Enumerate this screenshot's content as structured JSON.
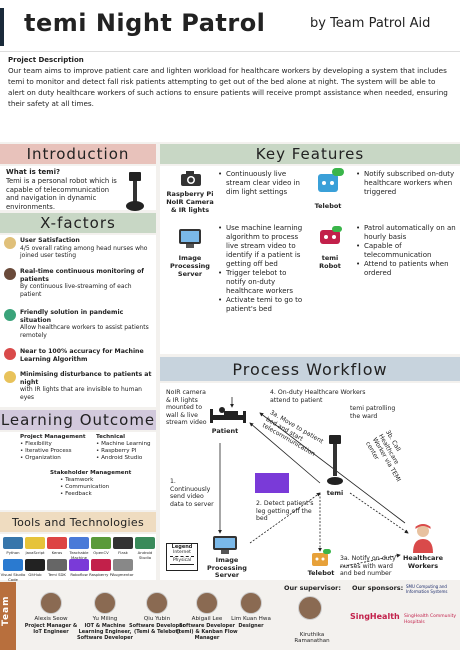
{
  "header": {
    "title": "temi Night Patrol",
    "byline": "by Team Patrol Aid"
  },
  "description": {
    "heading": "Project Description",
    "text": "Our team aims to improve patient care and lighten workload for healthcare workers by developing a system that includes temi to monitor and detect fall risk patients attempting to get out of the bed alone at night. The system will be able to alert on duty healthcare workers of such actions to ensure patients will receive prompt assistance when needed, ensuring their safety at all times."
  },
  "introduction": {
    "heading": "Introduction",
    "question": "What is temi?",
    "text": "Temi is a personal robot which is capable of telecommunication and navigation in dynamic environments."
  },
  "xfactors": {
    "heading": "X-factors",
    "items": [
      {
        "title": "User Satisfaction",
        "text": "4/5 overall rating among head nurses who joined user testing",
        "color": "#e0c07a"
      },
      {
        "title": "Real-time continuous monitoring of patients",
        "text": "By continuous live-streaming of each patient",
        "color": "#6a4a3a"
      },
      {
        "title": "Friendly solution in pandemic situation",
        "text": "Allow healthcare workers to assist patients remotely",
        "color": "#3aa37a"
      },
      {
        "title": "Near to 100% accuracy for Machine Learning Algorithm",
        "text": "",
        "color": "#d94a4a"
      },
      {
        "title": "Minimising disturbance to patients at night",
        "text": "with IR lights that are invisible to human eyes",
        "color": "#e8c25a"
      }
    ]
  },
  "key_features": {
    "heading": "Key Features",
    "camera_label": "Raspberry Pi NoIR Camera & IR lights",
    "camera_bullets": [
      "Continuously live stream clear video in dim light settings"
    ],
    "telebot_label": "Telebot",
    "telebot_bullets": [
      "Notify subscribed on-duty healthcare workers when triggered"
    ],
    "server_label": "Image Processing Server",
    "server_bullets": [
      "Use machine learning algorithm to process live stream video to identify if a patient is getting off bed",
      "Trigger telebot to notify on-duty healthcare workers",
      "Activate temi to go to patient's bed"
    ],
    "temi_label": "temi Robot",
    "temi_bullets": [
      "Patrol automatically on an hourly basis",
      "Capable of telecommunication",
      "Attend to patients when ordered"
    ]
  },
  "process": {
    "heading": "Process Workflow",
    "noir": "NoIR camera & IR lights mounted to wall & live stream video",
    "step1": "1. Continuously send video data to server",
    "step2": "2. Detect patient's leg getting off the bed",
    "step3a_move": "3a. Move to patient bed and start telecommunication",
    "step3a_notify": "3a. Notify on-duty nurses with ward and bed number",
    "step3b": "3b. Call Healthcare Worker via TEMI center",
    "step4": "4. On-duty Healthcare Workers attend to patient",
    "patrolling": "temi patrolling the ward",
    "patient": "Patient",
    "temi": "temi",
    "server": "Image Processing Server",
    "telebot": "Telebot",
    "workers": "Healthcare Workers",
    "legend_title": "Legend",
    "legend_internet": "Internet",
    "legend_physical": "Physical"
  },
  "learning": {
    "heading": "Learning Outcome",
    "pm_head": "Project Management",
    "pm_items": [
      "• Flexibility",
      "• Iterative Process",
      "• Organization"
    ],
    "tech_head": "Technical",
    "tech_items": [
      "• Machine Learning",
      "• Raspberry PI",
      "• Android Studio"
    ],
    "sh_head": "Stakeholder Management",
    "sh_items": [
      "• Teamwork",
      "• Communication",
      "• Feedback"
    ]
  },
  "tools": {
    "heading": "Tools and Technologies",
    "items": [
      {
        "label": "Python",
        "color": "#3776ab"
      },
      {
        "label": "JavaScript",
        "color": "#e6c33a"
      },
      {
        "label": "Keras",
        "color": "#d44"
      },
      {
        "label": "Teachable Machine",
        "color": "#4a7ad8"
      },
      {
        "label": "OpenCV",
        "color": "#5a9a3a"
      },
      {
        "label": "Flask",
        "color": "#333"
      },
      {
        "label": "Android Studio",
        "color": "#3a8a5a"
      },
      {
        "label": "Visual Studio Code",
        "color": "#2a7ad0"
      },
      {
        "label": "GitHub",
        "color": "#222"
      },
      {
        "label": "Temi SDK",
        "color": "#666"
      },
      {
        "label": "Roboflow",
        "color": "#7a3ad8"
      },
      {
        "label": "Raspberry Pi",
        "color": "#c2204a"
      },
      {
        "label": "Augmentor",
        "color": "#888"
      }
    ]
  },
  "team": {
    "label": "Team",
    "members": [
      {
        "name": "Alexis Seow",
        "role": "Project Manager & IoT Engineer"
      },
      {
        "name": "Yu Miling",
        "role": "IOT & Machine Learning Engineer, Software Developer"
      },
      {
        "name": "Qiu Yubin",
        "role": "Software Developer (Temi & Telebot)"
      },
      {
        "name": "Abigail Lee",
        "role": "Software Developer (temi) & Kanban Flow Manager"
      },
      {
        "name": "Lim Kuan Hwa",
        "role": "Designer"
      }
    ],
    "supervisor_label": "Our supervisor:",
    "supervisor_name": "Kiruthika Ramanathan",
    "sponsors_label": "Our sponsors:",
    "sponsor_1": "SingHealth",
    "sponsor_2": "SMU Computing and Information Systems",
    "sponsor_3": "SingHealth Community Hospitals"
  }
}
